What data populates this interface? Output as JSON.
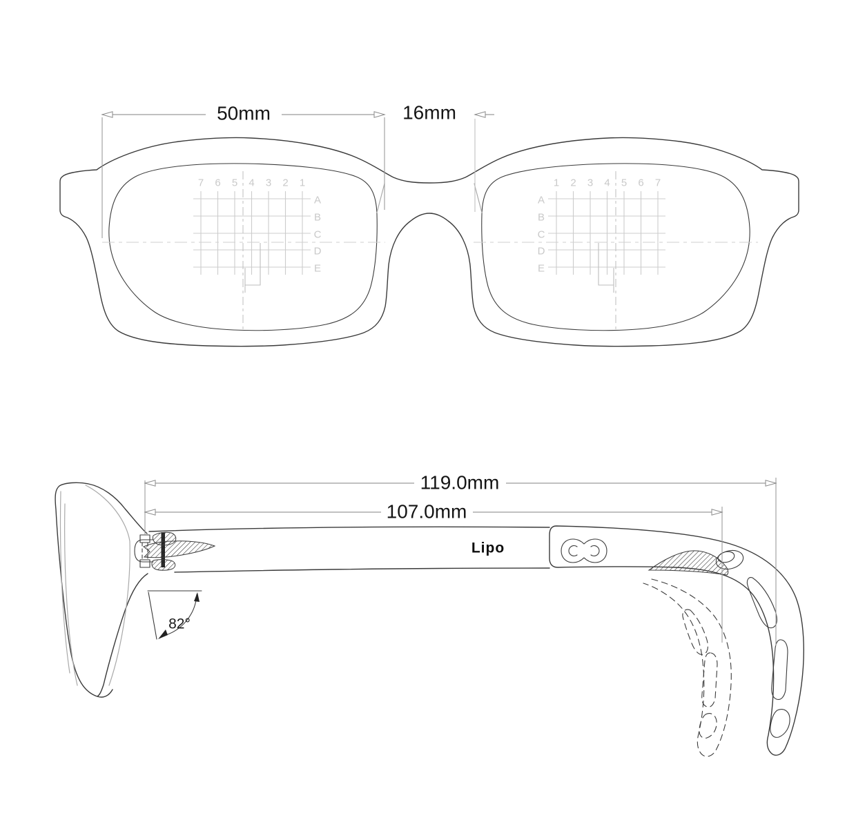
{
  "drawing": {
    "type": "eyewear technical drawing",
    "views": [
      "front view",
      "side view"
    ]
  },
  "front_view": {
    "dimensions": {
      "lens_width": "50mm",
      "bridge_width": "16mm"
    },
    "left_lens_grid": {
      "columns": [
        "7",
        "6",
        "5",
        "4",
        "3",
        "2",
        "1"
      ],
      "rows": [
        "A",
        "B",
        "C",
        "D",
        "E"
      ]
    },
    "right_lens_grid": {
      "columns": [
        "1",
        "2",
        "3",
        "4",
        "5",
        "6",
        "7"
      ],
      "rows": [
        "A",
        "B",
        "C",
        "D",
        "E"
      ]
    }
  },
  "side_view": {
    "dimensions": {
      "overall_temple_length": "119.0mm",
      "temple_front_length": "107.0mm",
      "pantoscopic_angle": "82°"
    },
    "brand_logo": "Lipo"
  },
  "colors": {
    "background": "#ffffff",
    "outline_dark": "#3a3a3a",
    "outline_light": "#a9a9a9",
    "grid_line": "#cccccc",
    "grid_label": "#c9c9c9",
    "dimension_line": "#9b9b9b",
    "dimension_text": "#141414"
  }
}
